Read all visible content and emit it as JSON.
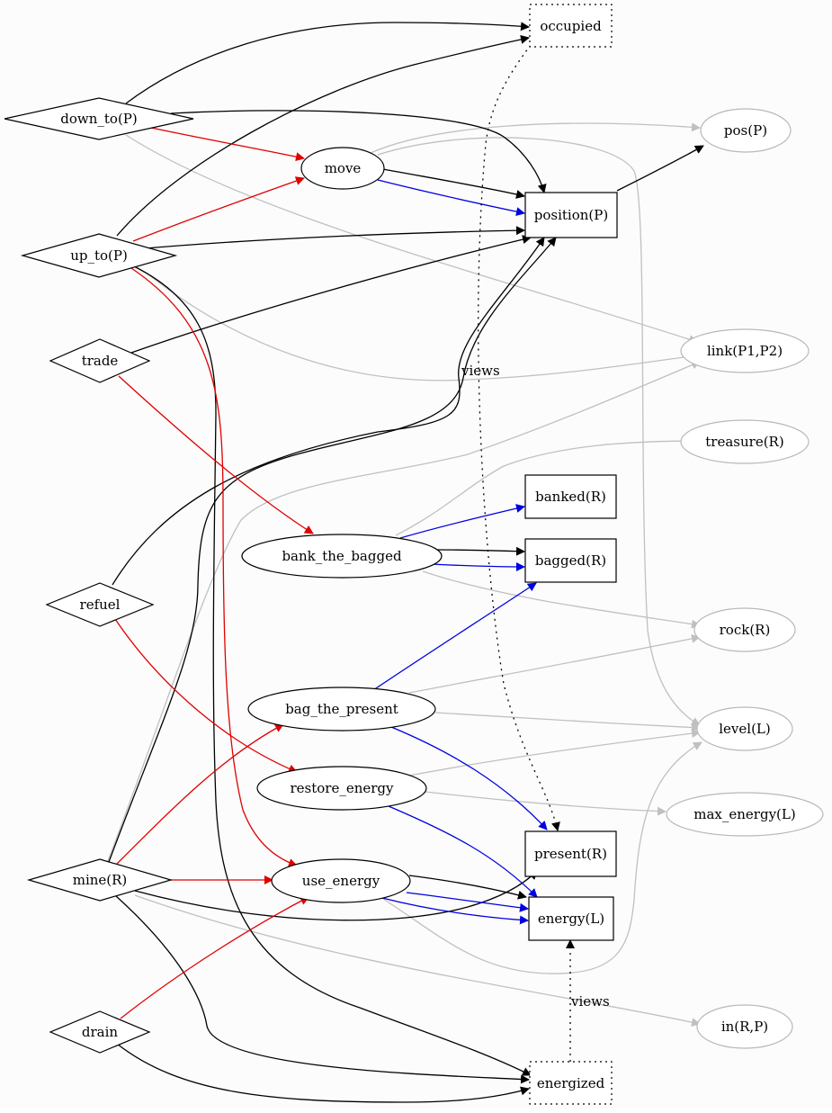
{
  "diagram": {
    "nodes": {
      "occupied": "occupied",
      "down_to": "down_to(P)",
      "move": "move",
      "pos": "pos(P)",
      "position": "position(P)",
      "up_to": "up_to(P)",
      "trade": "trade",
      "link": "link(P1,P2)",
      "treasure": "treasure(R)",
      "banked": "banked(R)",
      "bank_the_bagged": "bank_the_bagged",
      "bagged": "bagged(R)",
      "refuel": "refuel",
      "rock": "rock(R)",
      "bag_the_present": "bag_the_present",
      "level": "level(L)",
      "restore_energy": "restore_energy",
      "max_energy": "max_energy(L)",
      "present": "present(R)",
      "mine": "mine(R)",
      "use_energy": "use_energy",
      "energy": "energy(L)",
      "drain": "drain",
      "in": "in(R,P)",
      "energized": "energized"
    },
    "edge_labels": {
      "views_top": "views",
      "views_bottom": "views"
    },
    "colors": {
      "black": "#000000",
      "red": "#e00000",
      "blue": "#0000e0",
      "grey": "#c2bfbf"
    }
  }
}
